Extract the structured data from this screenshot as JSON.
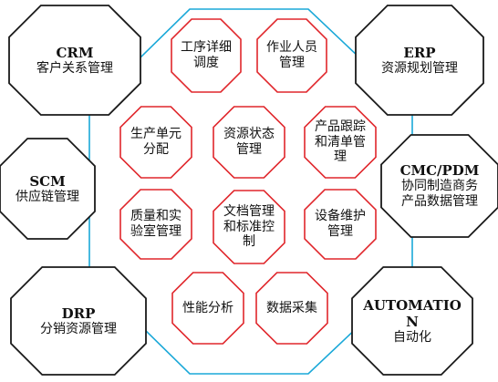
{
  "colors": {
    "outer_stroke": "#1a1a1a",
    "inner_stroke": "#e0262b",
    "center_stroke": "#1aa8d8",
    "fill": "#ffffff"
  },
  "outer_systems": [
    {
      "id": "crm",
      "title": "CRM",
      "subtitle": "客户关系管理"
    },
    {
      "id": "erp",
      "title": "ERP",
      "subtitle": "资源规划管理"
    },
    {
      "id": "scm",
      "title": "SCM",
      "subtitle": "供应链管理"
    },
    {
      "id": "cmc-pdm",
      "title": "CMC/PDM",
      "subtitle": "协同制造商务",
      "subtitle2": "产品数据管理"
    },
    {
      "id": "drp",
      "title": "DRP",
      "subtitle": "分销资源管理"
    },
    {
      "id": "automation",
      "title": "AUTOMATIO",
      "title2": "N",
      "subtitle": "自动化"
    }
  ],
  "mes_functions": [
    {
      "id": "detailed-scheduling",
      "lines": [
        "工序详细",
        "调度"
      ]
    },
    {
      "id": "personnel-management",
      "lines": [
        "作业人员",
        "管理"
      ]
    },
    {
      "id": "unit-dispatch",
      "lines": [
        "生产单元",
        "分配"
      ]
    },
    {
      "id": "resource-status",
      "lines": [
        "资源状态",
        "管理"
      ]
    },
    {
      "id": "product-tracking",
      "lines": [
        "产品跟踪",
        "和清单管",
        "理"
      ]
    },
    {
      "id": "quality-lab",
      "lines": [
        "质量和实",
        "验室管理"
      ]
    },
    {
      "id": "document-control",
      "lines": [
        "文档管理",
        "和标准控",
        "制"
      ]
    },
    {
      "id": "maintenance",
      "lines": [
        "设备维护",
        "管理"
      ]
    },
    {
      "id": "performance-analysis",
      "lines": [
        "性能分析"
      ]
    },
    {
      "id": "data-collection",
      "lines": [
        "数据采集"
      ]
    }
  ]
}
